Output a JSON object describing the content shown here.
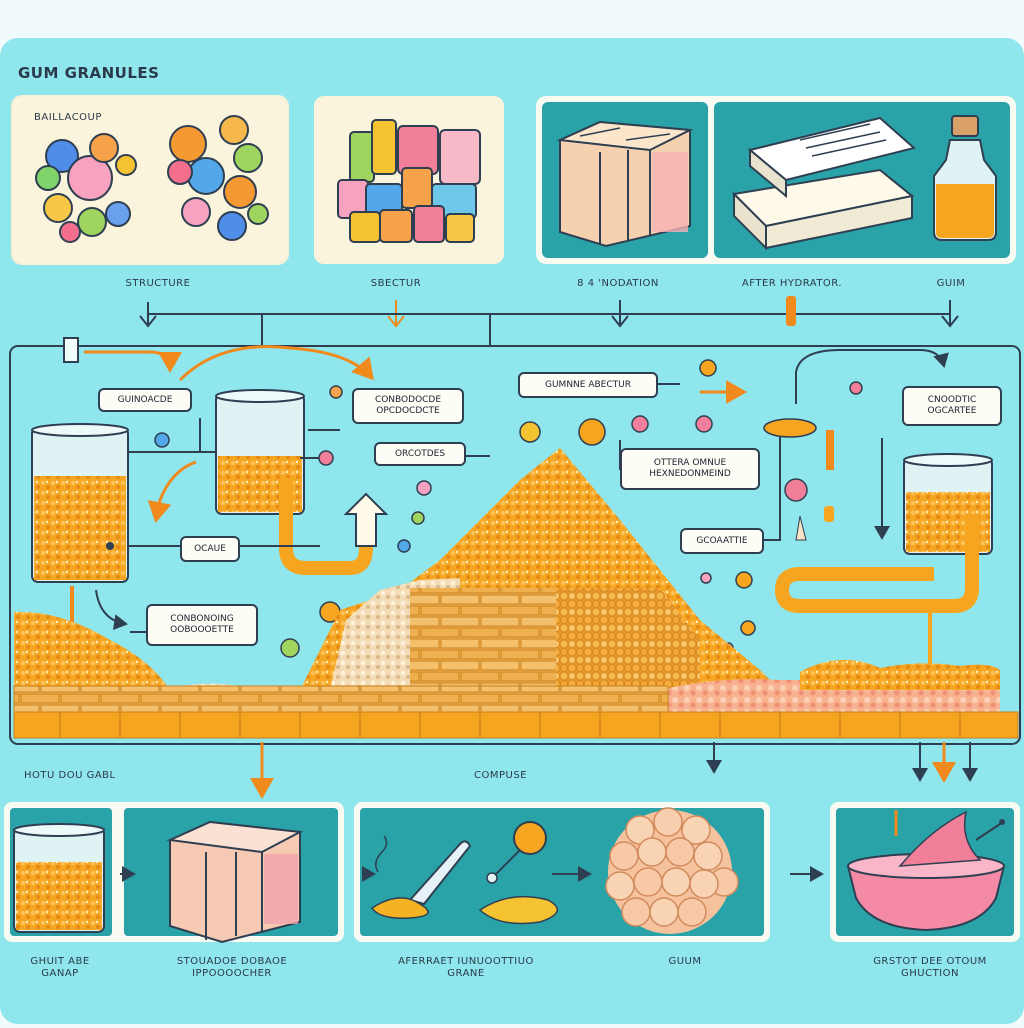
{
  "header": {
    "title": "GUM GRANULES"
  },
  "top_panels": {
    "panel1_label": "BAILLACOUP"
  },
  "stage_labels": [
    "STRUCTURE",
    "SBECTUR",
    "8 4 'NODATION",
    "AFTER HYDRATOR.",
    "GUIM"
  ],
  "process_tags": {
    "guinoacde": "GUINOACDE",
    "conbodocde": "CONBODOCDE\nOPCDOCDCTE",
    "orcotdes": "ORCOTDES",
    "gumne_abectur": "GUMNNE ABECTUR",
    "otter_omnue": "OTTERA OMNUE\nHEXNEDONMEIND",
    "cnoodtic": "CNOODTIC\nOGCARTEE",
    "ocaue": "OCAUE",
    "gcoaattie": "GCOAATTIE",
    "conbonoing": "CONBONOING\nOOBOOOETTE"
  },
  "bottom_section": {
    "left_label": "HOTU DOU GABL",
    "center_label": "COMPUSE",
    "captions": [
      "GHUIT ABE\nGANAP",
      "STOUADOE DOBAOE\nIPPOOOOCHER",
      "AFERRAET IUNUOOTTIUO\nGRANE",
      "GUUM",
      "GRSTOT DEE OTOUM\nGHUCTION"
    ]
  },
  "colors": {
    "background": "#8fe6ec",
    "panel_teal": "#2aa3a8",
    "panel_cream": "#fbf4dc",
    "granule_orange": "#f5a51f",
    "arrow_orange": "#f08a1c",
    "outline": "#2f3f52",
    "pink": "#f27f9a"
  },
  "icons": [
    "gumball-cluster",
    "gum-cubes",
    "gum-blocks",
    "paper-stack",
    "syrup-bottle",
    "beaker",
    "pipe",
    "granule-mound",
    "gum-block-bottom",
    "spoon-syrup",
    "granule-ball",
    "pink-gum-bowl"
  ]
}
